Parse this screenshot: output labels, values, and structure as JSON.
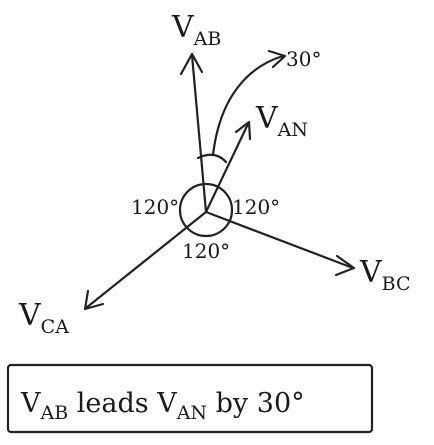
{
  "phasors": {
    "vab": {
      "main": "V",
      "sub": "AB"
    },
    "van": {
      "main": "V",
      "sub": "AN"
    },
    "vbc": {
      "main": "V",
      "sub": "BC"
    },
    "vca": {
      "main": "V",
      "sub": "CA"
    }
  },
  "angles": {
    "shift": "30°",
    "left": "120°",
    "right": "120°",
    "bottom": "120°"
  },
  "note": {
    "prefix_main": "V",
    "prefix_sub": "AB",
    "middle": " leads V",
    "middle_sub": "AN",
    "suffix": " by 30°"
  },
  "colors": {
    "ink": "#222222",
    "background": "#ffffff"
  }
}
